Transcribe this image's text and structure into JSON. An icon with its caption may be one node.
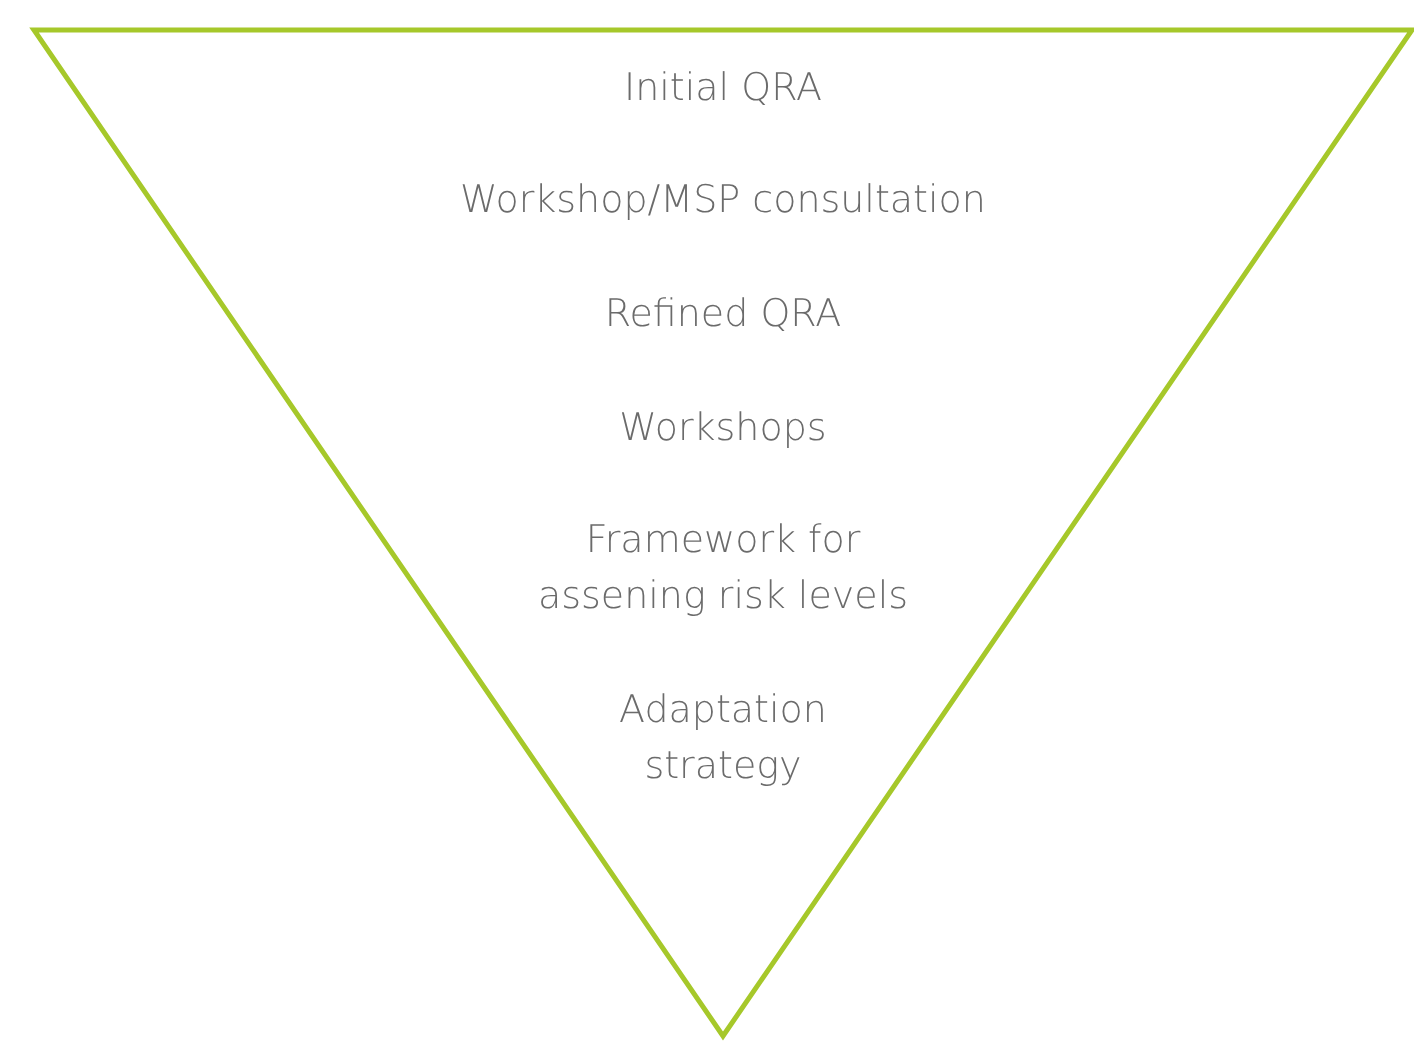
{
  "diagram": {
    "nodes": [
      {
        "text": [
          "Initial QRA",
          "Workshop/MSP consultation",
          "Refined QRA",
          "Workshops",
          "Framework for assening risk levels",
          "Adaptation strategy"
        ]
      }
    ]
  }
}
